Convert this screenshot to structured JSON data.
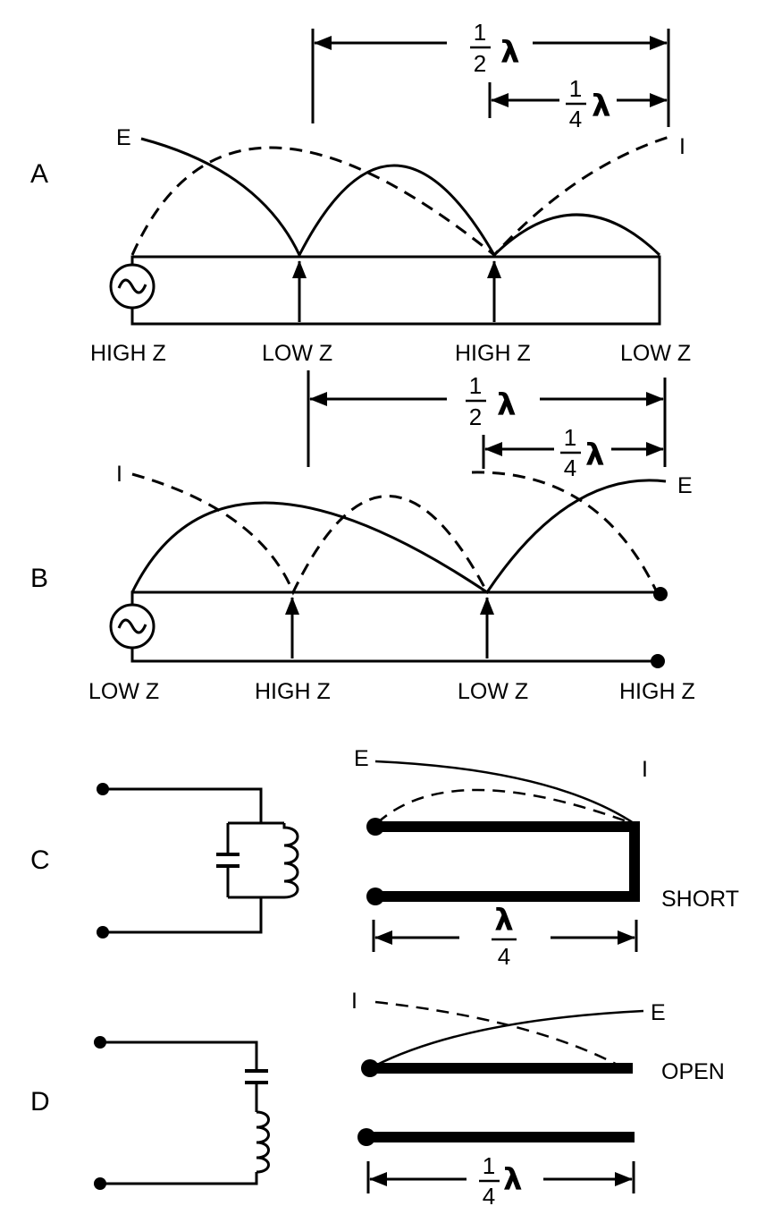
{
  "panels": {
    "a": {
      "letter": "A",
      "curve_e": "E",
      "curve_i": "I",
      "half": {
        "num": "1",
        "den": "2",
        "sym": "λ"
      },
      "quarter": {
        "num": "1",
        "den": "4",
        "sym": "λ"
      },
      "z_labels": [
        "HIGH Z",
        "LOW Z",
        "HIGH Z",
        "LOW Z"
      ]
    },
    "b": {
      "letter": "B",
      "curve_e": "E",
      "curve_i": "I",
      "half": {
        "num": "1",
        "den": "2",
        "sym": "λ"
      },
      "quarter": {
        "num": "1",
        "den": "4",
        "sym": "λ"
      },
      "z_labels": [
        "LOW Z",
        "HIGH Z",
        "LOW Z",
        "HIGH Z"
      ]
    },
    "c": {
      "letter": "C",
      "curve_e": "E",
      "curve_i": "I",
      "end_label": "SHORT",
      "length": {
        "sym": "λ",
        "den": "4"
      }
    },
    "d": {
      "letter": "D",
      "curve_e": "E",
      "curve_i": "I",
      "end_label": "OPEN",
      "length": {
        "num": "1",
        "den": "4",
        "sym": "λ"
      }
    }
  }
}
